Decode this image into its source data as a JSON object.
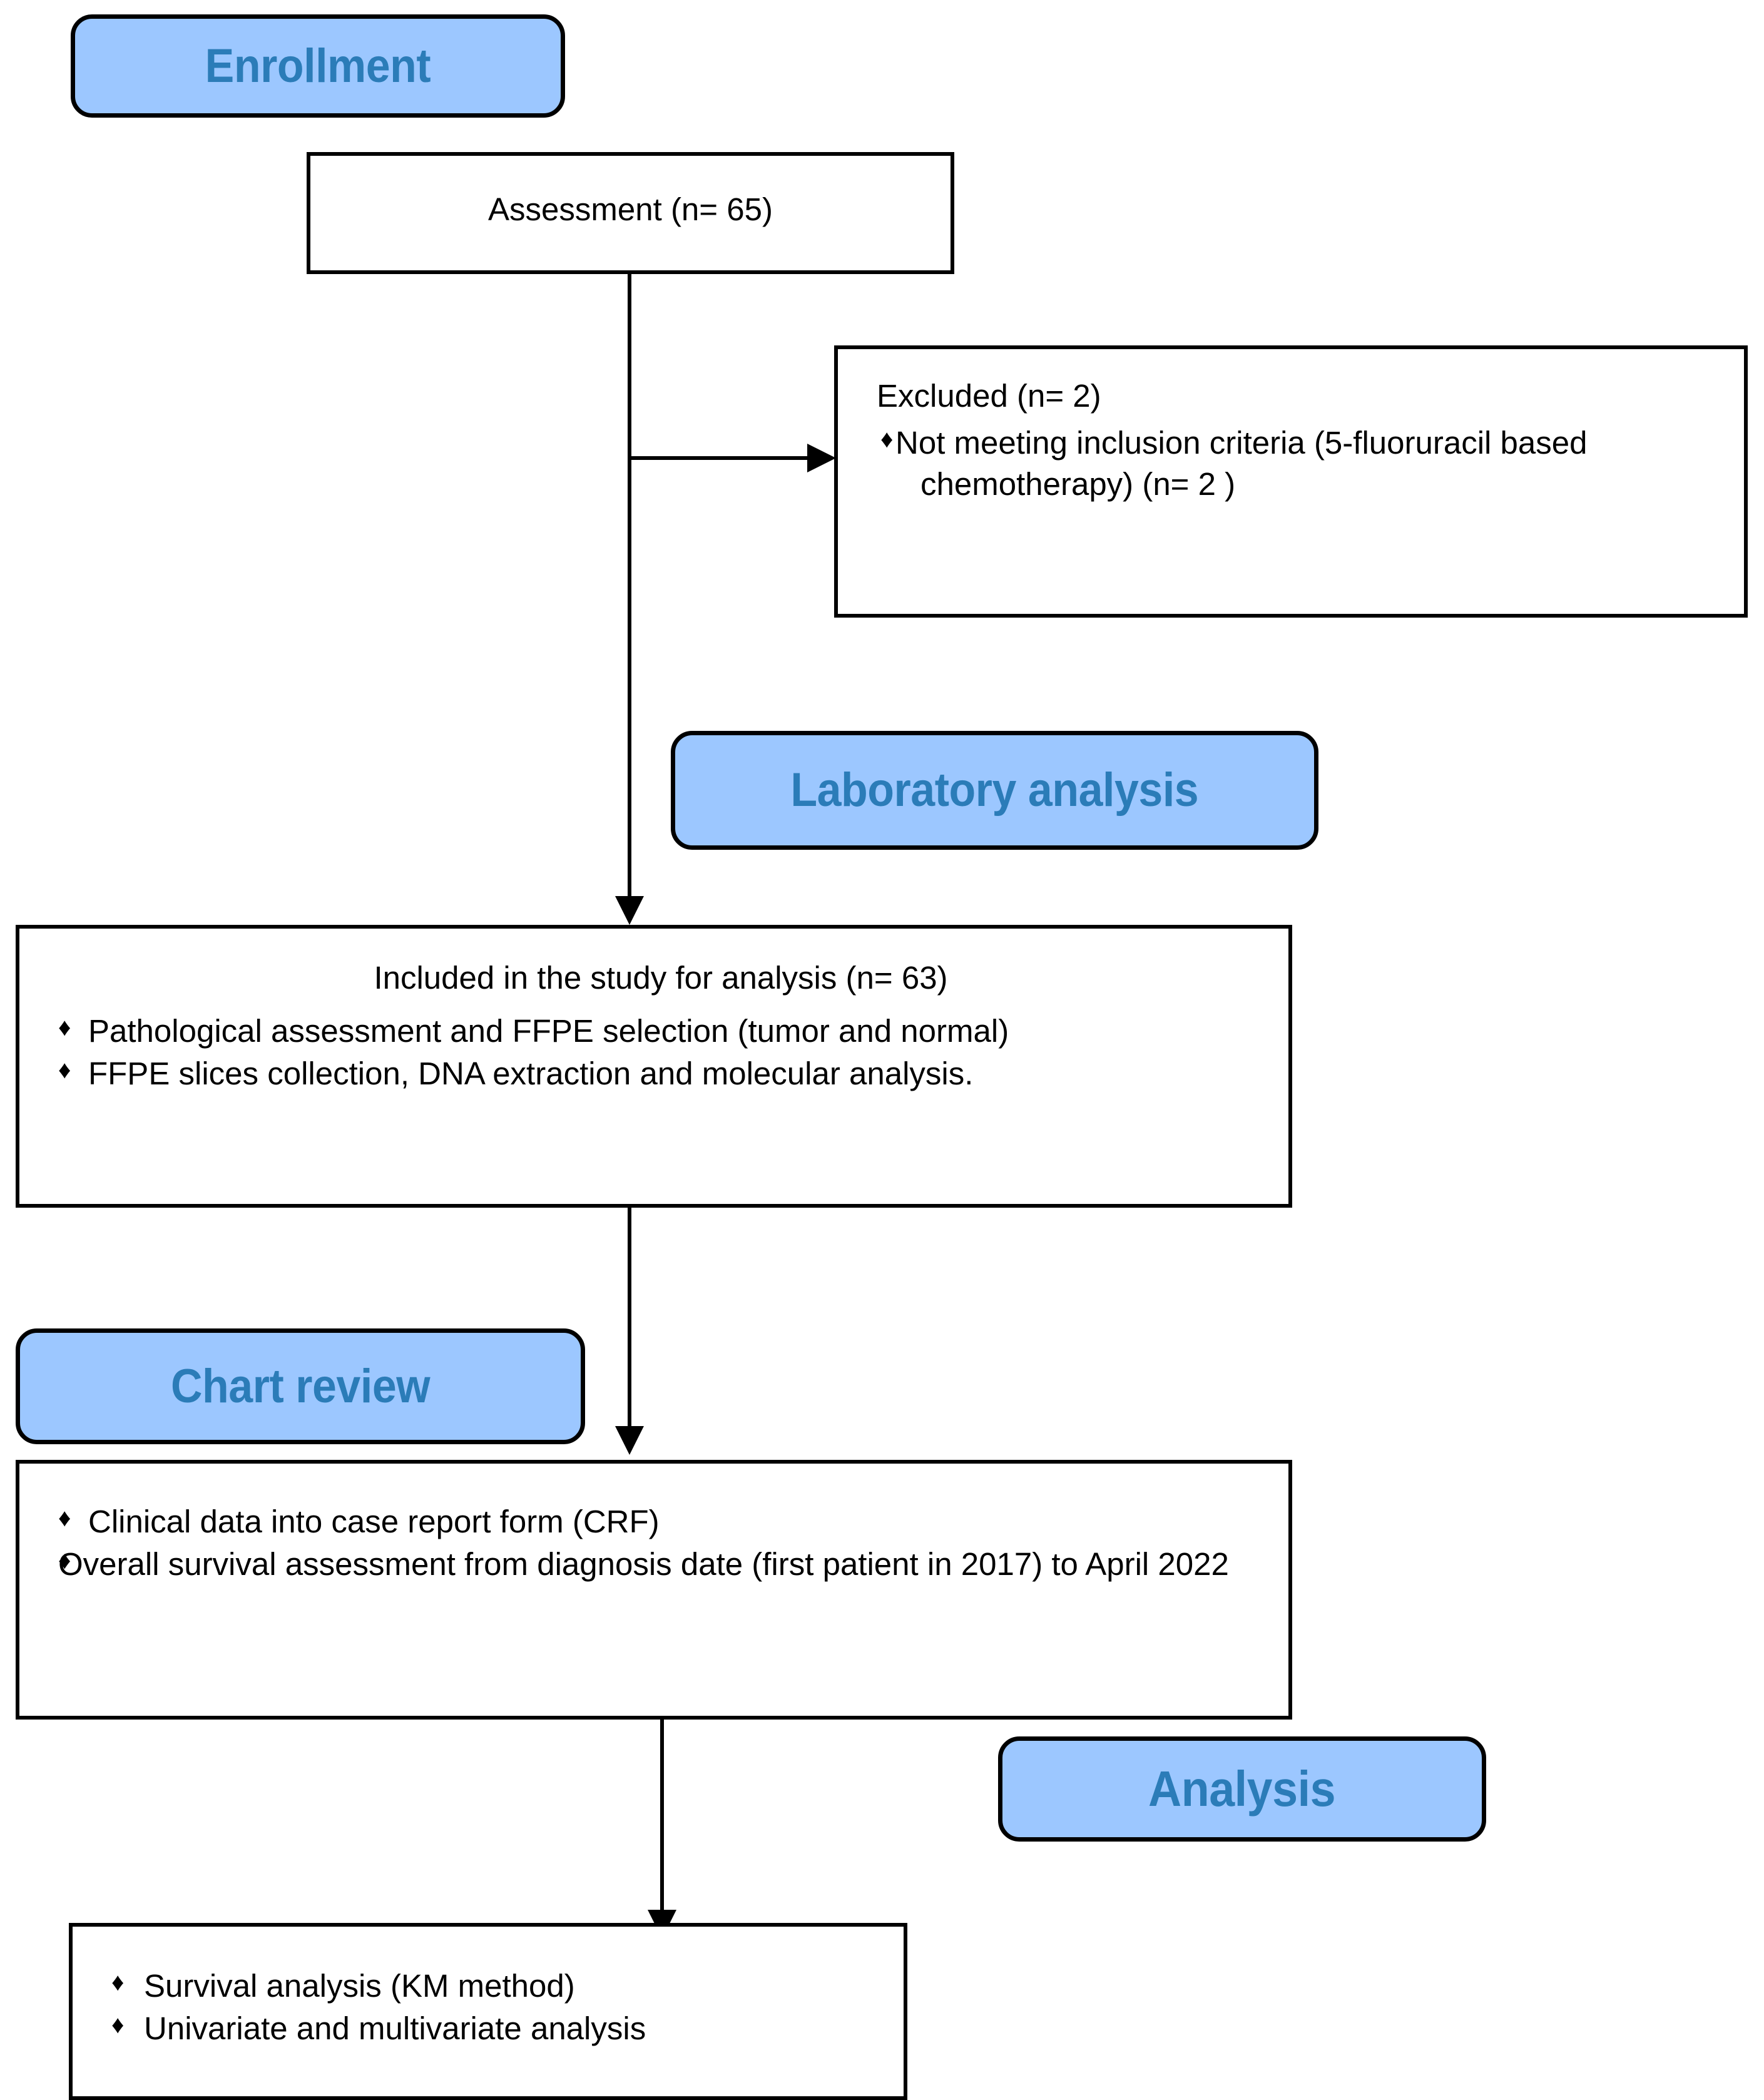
{
  "diagram": {
    "title": "Study enrollment and analysis flow diagram",
    "colors": {
      "stage_fill": "#9CC7FF",
      "stage_text": "#2B7CB8",
      "stroke": "#000000",
      "box_fill": "#FFFFFF"
    }
  },
  "stages": {
    "enrollment": "Enrollment",
    "laboratory_analysis": "Laboratory analysis",
    "chart_review": "Chart review",
    "analysis": "Analysis"
  },
  "boxes": {
    "assessment": {
      "text": "Assessment (n= 65)"
    },
    "excluded": {
      "heading": "Excluded (n= 2)",
      "bullets": [
        "Not meeting inclusion criteria (5-fluoruracil based chemotherapy) (n= 2 )"
      ],
      "bullet_glyph": "♦"
    },
    "included": {
      "heading": "Included in the study for analysis (n= 63)",
      "bullets": [
        "Pathological assessment and FFPE selection (tumor and normal)",
        "FFPE slices collection, DNA extraction and molecular analysis."
      ],
      "bullet_glyph": "♦"
    },
    "chart_review_box": {
      "bullets": [
        "Clinical data into case report form (CRF)",
        "Overall survival assessment from diagnosis date (first patient in 2017) to April 2022"
      ],
      "bullet_glyph": "♦"
    },
    "analysis_box": {
      "bullets": [
        "Survival analysis (KM method)",
        "Univariate and multivariate analysis"
      ],
      "bullet_glyph": "♦"
    }
  }
}
